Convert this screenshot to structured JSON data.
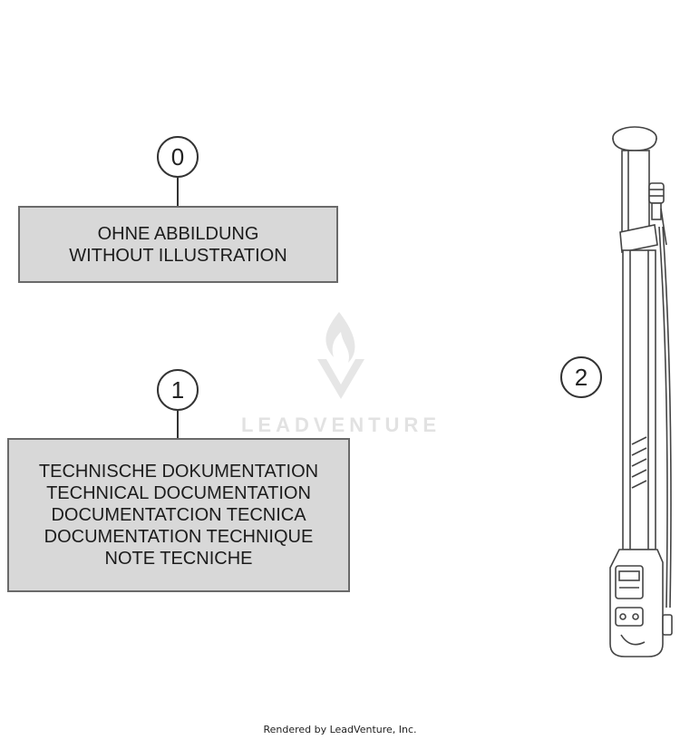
{
  "callouts": [
    {
      "number": "0"
    },
    {
      "number": "1"
    },
    {
      "number": "2"
    }
  ],
  "boxes": [
    {
      "lines": [
        "OHNE ABBILDUNG",
        "WITHOUT ILLUSTRATION"
      ]
    },
    {
      "lines": [
        "TECHNISCHE DOKUMENTATION",
        "TECHNICAL DOCUMENTATION",
        "DOCUMENTATCION TECNICA",
        "DOCUMENTATION TECHNIQUE",
        "NOTE TECNICHE"
      ]
    }
  ],
  "watermark": {
    "text": "LEADVENTURE"
  },
  "footer": {
    "text": "Rendered by LeadVenture, Inc."
  }
}
